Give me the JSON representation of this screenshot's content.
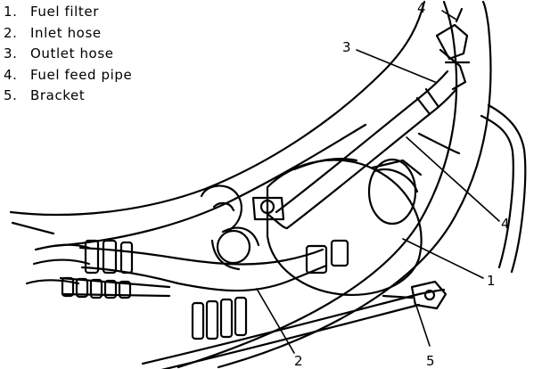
{
  "legend": [
    {
      "num": "1.",
      "label": "Fuel filter"
    },
    {
      "num": "2.",
      "label": "Inlet hose"
    },
    {
      "num": "3.",
      "label": "Outlet hose"
    },
    {
      "num": "4.",
      "label": "Fuel feed pipe"
    },
    {
      "num": "5.",
      "label": "Bracket"
    }
  ],
  "callouts": {
    "c1": "1",
    "c2": "2",
    "c3": "3",
    "c4_top": "4",
    "c4_right": "4",
    "c5": "5"
  },
  "colors": {
    "ink": "#000000",
    "paper": "#ffffff"
  }
}
